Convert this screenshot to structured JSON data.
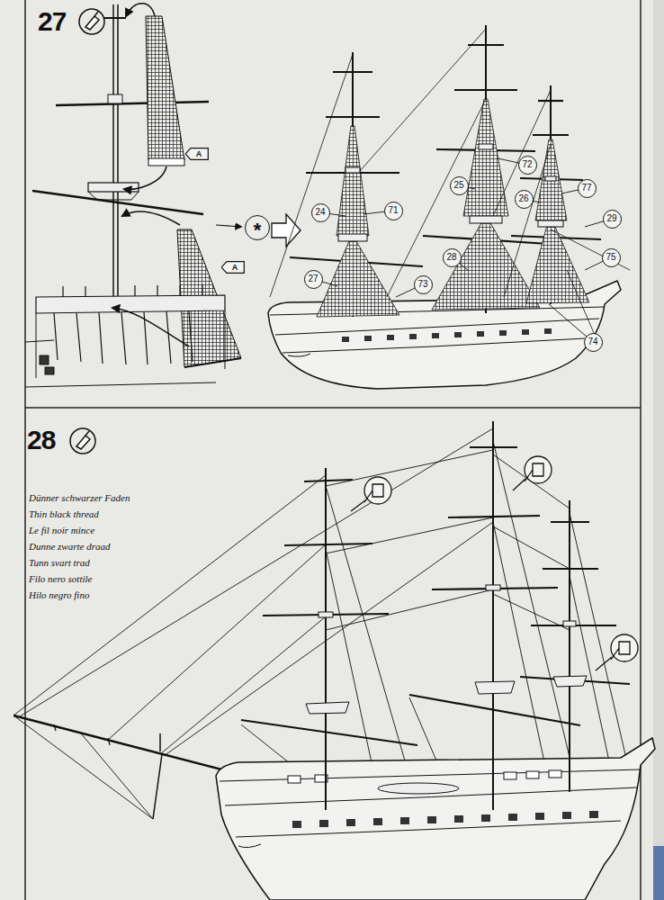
{
  "diagram": {
    "nodes": [
      {
        "text": [
          "A"
        ]
      },
      {
        "text": [
          "A"
        ]
      },
      {
        "text": [
          "*"
        ]
      },
      {
        "text": [
          "72"
        ]
      },
      {
        "text": [
          "25"
        ]
      },
      {
        "text": [
          "77"
        ]
      },
      {
        "text": [
          "26"
        ]
      },
      {
        "text": [
          "71"
        ]
      },
      {
        "text": [
          "24"
        ]
      },
      {
        "text": [
          "29"
        ]
      },
      {
        "text": [
          "28"
        ]
      },
      {
        "text": [
          "75"
        ]
      },
      {
        "text": [
          "27"
        ]
      },
      {
        "text": [
          "73"
        ]
      },
      {
        "text": [
          "74"
        ]
      }
    ],
    "labels": [
      "27",
      "28",
      "Dünner schwarzer Faden",
      "Thin black thread",
      "Le fil noir mince",
      "Dunne zwarte draad",
      "Tunn svart trad",
      "Filo nero sottile",
      "Hilo negro fino"
    ]
  }
}
